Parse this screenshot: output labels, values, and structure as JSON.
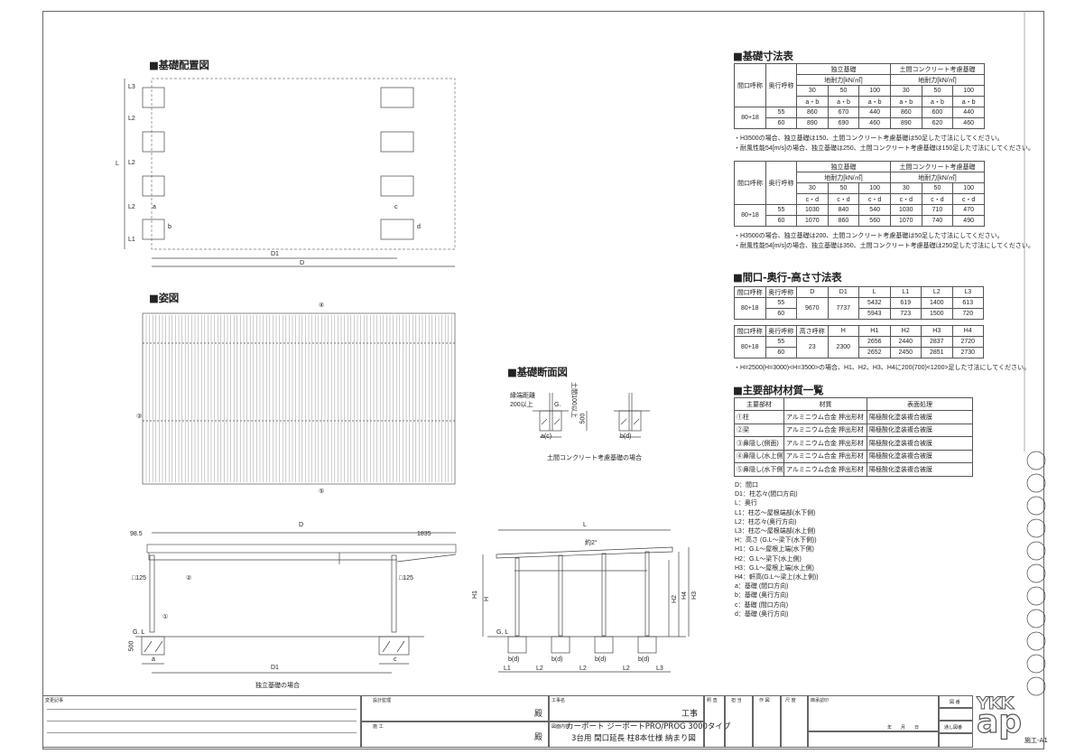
{
  "sections": {
    "plan": "■基礎配置図",
    "elevation_top": "■姿図",
    "base_section": "■基礎断面図",
    "base_table": "■基礎寸法表",
    "dim_table": "■間口-奥行-高さ寸法表",
    "material_table": "■主要部材材質一覧"
  },
  "plan_labels": {
    "L": "L",
    "L1": "L1",
    "L2": "L2",
    "L3": "L3",
    "a": "a",
    "b": "b",
    "c": "c",
    "d": "d",
    "D1": "D1",
    "D": "D"
  },
  "top_view_labels": {
    "p3": "③",
    "p4": "④",
    "p5": "⑤"
  },
  "base_section": {
    "clearance": "縁端距離",
    "clearance2": "200以上",
    "gl": "G.",
    "depth": "500",
    "top": "土間100以上",
    "ac": "a(c)",
    "bd": "b(d)",
    "caption": "土間コンクリート考慮基礎の場合"
  },
  "front_view": {
    "D": "D",
    "d985": "98.5",
    "d1835": "1835",
    "post_l": "□125",
    "post_r": "□125",
    "p1": "①",
    "p2": "②",
    "gl": "G. L",
    "h500": "500",
    "a": "a",
    "c": "c",
    "D1": "D1",
    "caption": "独立基礎の場合"
  },
  "side_view": {
    "L": "L",
    "slope": "約2°",
    "H1": "H1",
    "H": "H",
    "H2": "H2",
    "H4": "H4",
    "H3": "H3",
    "gl": "G. L",
    "bd": [
      "b(d)",
      "b(d)",
      "b(d)",
      "b(d)"
    ],
    "spans": [
      "L1",
      "L2",
      "L2",
      "L2",
      "L3"
    ]
  },
  "table1": {
    "head": {
      "col1": "間口呼称",
      "col2": "奥行呼称",
      "g1": "独立基礎",
      "g2": "土間コンクリート考慮基礎",
      "sub": "地耐力[kN/㎡]",
      "loads": [
        "30",
        "50",
        "100",
        "30",
        "50",
        "100"
      ],
      "dims": [
        "a・b",
        "a・b",
        "a・b",
        "a・b",
        "a・b",
        "a・b"
      ]
    },
    "size": "80+18",
    "rows": [
      {
        "depth": "55",
        "vals": [
          "860",
          "670",
          "440",
          "860",
          "600",
          "440"
        ]
      },
      {
        "depth": "60",
        "vals": [
          "890",
          "690",
          "460",
          "890",
          "620",
          "460"
        ]
      }
    ],
    "notes": [
      "・H3500の場合、独立基礎は150、土間コンクリート考慮基礎は50足した寸法にしてください。",
      "・耐風性能54[m/s]の場合、独立基礎は250、土間コンクリート考慮基礎は150足した寸法にしてください。"
    ]
  },
  "table2": {
    "head": {
      "col1": "間口呼称",
      "col2": "奥行呼称",
      "g1": "独立基礎",
      "g2": "土間コンクリート考慮基礎",
      "sub": "地耐力[kN/㎡]",
      "loads": [
        "30",
        "50",
        "100",
        "30",
        "50",
        "100"
      ],
      "dims": [
        "c・d",
        "c・d",
        "c・d",
        "c・d",
        "c・d",
        "c・d"
      ]
    },
    "size": "80+18",
    "rows": [
      {
        "depth": "55",
        "vals": [
          "1030",
          "840",
          "540",
          "1030",
          "710",
          "470"
        ]
      },
      {
        "depth": "60",
        "vals": [
          "1070",
          "860",
          "560",
          "1070",
          "740",
          "490"
        ]
      }
    ],
    "notes": [
      "・H3500の場合、独立基礎は200、土間コンクリート考慮基礎は50足した寸法にしてください。",
      "・耐風性能54[m/s]の場合、独立基礎は350、土間コンクリート考慮基礎は250足した寸法にしてください。"
    ]
  },
  "table3": {
    "head": [
      "間口呼称",
      "奥行呼称",
      "D",
      "D1",
      "L",
      "L1",
      "L2",
      "L3"
    ],
    "size": "80+18",
    "D": "9670",
    "D1": "7737",
    "rows": [
      {
        "depth": "55",
        "vals": [
          "5432",
          "619",
          "1400",
          "613"
        ]
      },
      {
        "depth": "60",
        "vals": [
          "5943",
          "723",
          "1500",
          "720"
        ]
      }
    ]
  },
  "table4": {
    "head": [
      "間口呼称",
      "奥行呼称",
      "高さ呼称",
      "H",
      "H1",
      "H2",
      "H3",
      "H4"
    ],
    "size": "80+18",
    "height": "23",
    "H": "2300",
    "rows": [
      {
        "depth": "55",
        "vals": [
          "2656",
          "2440",
          "2837",
          "2720"
        ]
      },
      {
        "depth": "60",
        "vals": [
          "2652",
          "2450",
          "2851",
          "2730"
        ]
      }
    ],
    "note": "・H=2500(H=3000)<H=3500>の場合、H1、H2、H3、H4に200(700)<1200>足した寸法にしてください。"
  },
  "materials": {
    "head": [
      "主要部材",
      "材質",
      "表面処理"
    ],
    "rows": [
      [
        "①柱",
        "アルミニウム合金 押出形材",
        "陽極酸化塗装複合被膜"
      ],
      [
        "②梁",
        "アルミニウム合金 押出形材",
        "陽極酸化塗装複合被膜"
      ],
      [
        "③鼻隠し(側面)",
        "アルミニウム合金 押出形材",
        "陽極酸化塗装複合被膜"
      ],
      [
        "④鼻隠し(水上側)",
        "アルミニウム合金 押出形材",
        "陽極酸化塗装複合被膜"
      ],
      [
        "⑤鼻隠し(水下側)",
        "アルミニウム合金 押出形材",
        "陽極酸化塗装複合被膜"
      ]
    ]
  },
  "legend": [
    "D：間口",
    "D1：柱芯々(間口方向)",
    "L：奥行",
    "L1：柱芯～屋根端部(水下側)",
    "L2：柱芯々(奥行方向)",
    "L3：柱芯～屋根端部(水上側)",
    "H：高さ (G.L～梁下(水下側))",
    "H1：G.L～屋根上端(水下側)",
    "H2：G.L～梁下(水上側)",
    "H3：G.L～屋根上端(水上側)",
    "H4：軒高(G.L～梁上(水上側))",
    "a：基礎 (間口方向)",
    "b：基礎 (奥行方向)",
    "c：基礎 (間口方向)",
    "d：基礎 (奥行方向)"
  ],
  "title_block": {
    "change_log": "変更記事",
    "supervisor": "設計監理",
    "contractor": "施 工",
    "dono1": "殿",
    "dono2": "殿",
    "project_label": "工事名",
    "project_suffix": "工事",
    "content_label": "図面内容",
    "content_line1": "カーポート ジーポートPRO/PROG 3000タイプ",
    "content_line2": "3台用 間口延長 柱8本仕様 納まり図",
    "check": "照 査",
    "charge": "担 当",
    "drawn": "作 図",
    "scale": "尺 度",
    "approval": "御承認印",
    "date": "年　　月　　日",
    "drawing_no": "図 番",
    "serial_no": "通し図番",
    "sheet": "施工-A1",
    "logo_top": "YKK",
    "logo_bottom": "ap"
  }
}
